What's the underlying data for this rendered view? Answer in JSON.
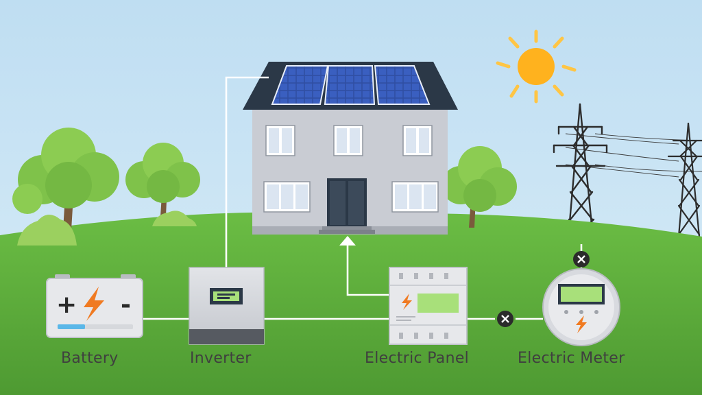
{
  "labels": {
    "battery": "Battery",
    "inverter": "Inverter",
    "electric_panel": "Electric Panel",
    "electric_meter": "Electric Meter"
  },
  "battery_symbols": {
    "plus": "+",
    "minus": "-"
  },
  "colors": {
    "sky": "#c9e3f3",
    "grass": "#5fae3c",
    "sun": "#ffb21e",
    "roof": "#2b3847",
    "solar_panel": "#2f4ea3",
    "house_wall": "#c9ccd3",
    "screen": "#a8e07a",
    "bolt": "#f07a21",
    "wire": "#ffffff",
    "disconnect": "#2b2b2b"
  }
}
